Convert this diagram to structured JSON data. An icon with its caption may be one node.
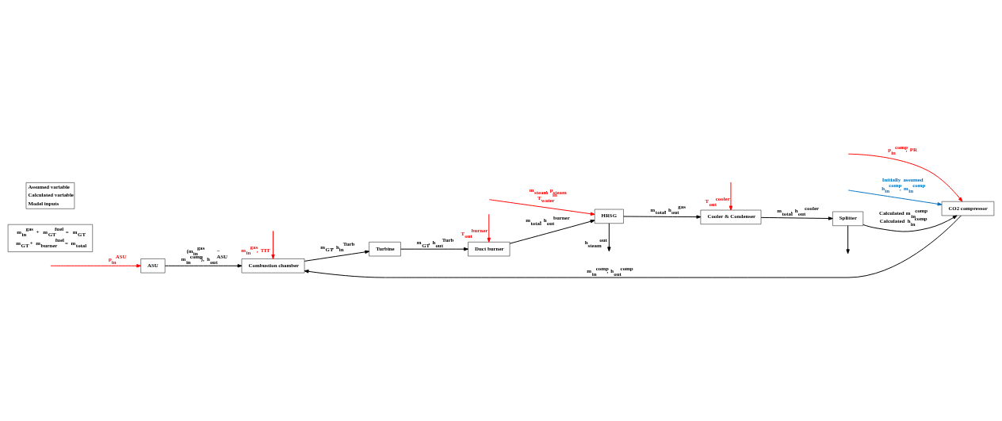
{
  "diagram": {
    "nodes": [
      {
        "text": [
          "ASU"
        ]
      },
      {
        "text": [
          "Combustion chamber"
        ]
      },
      {
        "text": [
          "Turbine"
        ]
      },
      {
        "text": [
          "CO2 compressor"
        ]
      },
      {
        "text": [
          "Duct burner"
        ]
      },
      {
        "text": [
          "HRSG"
        ]
      },
      {
        "text": [
          "Cooler & Condenser"
        ]
      },
      {
        "text": [
          "Splitter"
        ]
      },
      {
        "text": [
          "m$_{in}$$^{gas}$ + m$_{GT}$$^{fuel}$ = m$_{GT}$",
          "m$_{GT}$ + m$_{burner}$$^{fuel}$ = m$_{total}$"
        ]
      }
    ],
    "edges": [
      {
        "from": null,
        "to": 0,
        "arrow": "to",
        "label": "p$_{in}$$^{ASU}$",
        "color": "#ff0000"
      },
      {
        "from": 0,
        "to": 1,
        "arrow": "to",
        "label": "(m$_{in}$$^{gas}$ − m$_{in}$$^{comp}$), h$_{out}$$^{ASU}$"
      },
      {
        "from": null,
        "to": 1,
        "arrow": "to",
        "label": "m$_{in}$$^{gas}$, TIT",
        "color": "#ff0000"
      },
      {
        "from": 3,
        "to": 1,
        "arrow": "to",
        "label": "m$_{in}$$^{comp}$, h$_{out}$$^{comp}$"
      },
      {
        "from": 1,
        "to": 2,
        "arrow": "to",
        "label": "m$_{GT}$, h$_{in}$$^{Turb}$"
      },
      {
        "from": 2,
        "to": 4,
        "arrow": "to",
        "label": "m$_{GT}$, h$_{out}$$^{Turb}$"
      },
      {
        "from": null,
        "to": 4,
        "arrow": "to",
        "label": "T$_{out}$$^{burner}$",
        "color": "#ff0000"
      },
      {
        "from": 4,
        "to": 5,
        "arrow": "to",
        "label": "m$_{total}$, h$_{out}$$^{burner}$"
      },
      {
        "from": null,
        "to": 5,
        "arrow": "to",
        "label": "m$_{steam}$, p$_{steam}$ T$_{water}$$^{in}$",
        "color": "#ff0000"
      },
      {
        "from": 5,
        "to": null,
        "arrow": "to",
        "label": "h$_{steam}$$^{out}$"
      },
      {
        "from": 5,
        "to": 6,
        "arrow": "to",
        "label": "m$_{total}$, h$_{out}$$^{gas}$"
      },
      {
        "from": null,
        "to": 6,
        "arrow": "to",
        "label": "T$_{out}$$^{cooler}$",
        "color": "#ff0000"
      },
      {
        "from": 6,
        "to": 7,
        "arrow": "to",
        "label": "m$_{total}$, h$_{out}$$^{cooler}$"
      },
      {
        "from": 7,
        "to": null,
        "arrow": "to"
      },
      {
        "from": 7,
        "to": 3,
        "arrow": "to",
        "label": "Calculated m$_{in}$$^{comp}$ Calculated h$_{in}$$^{comp}$"
      },
      {
        "from": null,
        "to": 3,
        "arrow": "to",
        "label": "p$_{in}$$^{comp}$, PR",
        "color": "#ff0000"
      },
      {
        "from": null,
        "to": 3,
        "arrow": "to",
        "label": "Initially assumed h$_{in}$$^{comp}$, m$_{in}$$^{comp}$",
        "color": "#0070c0"
      }
    ],
    "legend": [
      {
        "text": "Assumed variable"
      },
      {
        "text": "Calculated variable"
      },
      {
        "text": "Model inputs"
      }
    ]
  }
}
